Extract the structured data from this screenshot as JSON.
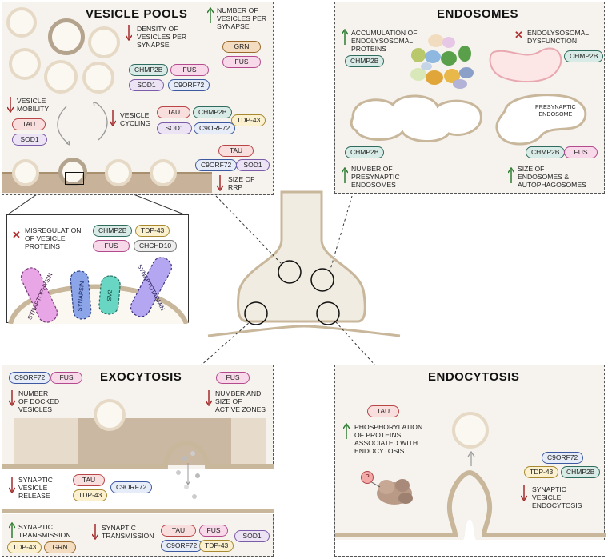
{
  "vesicle_pools": {
    "title": "VESICLE POOLS",
    "density_label": "DENSITY OF\nVESICLES PER\nSYNAPSE",
    "number_label": "NUMBER OF\nVESICLES PER\nSYNAPSE",
    "mobility_label": "VESICLE\nMOBILITY",
    "cycling_label": "VESICLE\nCYCLING",
    "rrp_label": "SIZE OF\nRRP",
    "density_pills": [
      "CHMP2B",
      "FUS",
      "SOD1",
      "C9ORF72"
    ],
    "number_pills": [
      "GRN",
      "FUS"
    ],
    "mobility_pills": [
      "TAU",
      "SOD1"
    ],
    "cycling_pills": [
      "TAU",
      "CHMP2B",
      "TDP-43",
      "SOD1",
      "C9ORF72"
    ],
    "rrp_pills": [
      "TAU",
      "C9ORF72",
      "SOD1"
    ]
  },
  "inset": {
    "label": "MISREGULATION\nOF VESICLE\nPROTEINS",
    "pills": [
      "CHMP2B",
      "TDP-43",
      "FUS",
      "CHCHD10"
    ],
    "proteins": [
      "SYNAPTOPHYSIN",
      "SYNAPSIN",
      "SV2",
      "SYNAPTOTAGMIN"
    ]
  },
  "endosomes": {
    "title": "ENDOSOMES",
    "accumulation_label": "ACCUMULATION OF\nENDOLYSOSOMAL\nPROTEINS",
    "dysfunction_label": "ENDOLYSOSOMAL\nDYSFUNCTION",
    "presynaptic_endosome": "PRESYNAPTIC\nENDOSOME",
    "number_label": "NUMBER OF\nPRESYNAPTIC\nENDOSOMES",
    "size_label": "SIZE OF\nENDOSOMES &\nAUTOPHAGOSOMES",
    "pill_accum": "CHMP2B",
    "pill_dysfunction": "CHMP2B",
    "pill_number": "CHMP2B",
    "pills_size": [
      "CHMP2B",
      "FUS"
    ]
  },
  "exocytosis": {
    "title": "EXOCYTOSIS",
    "docked_label": "NUMBER\nOF DOCKED\nVESICLES",
    "active_zone_label": "NUMBER AND\nSIZE OF\nACTIVE ZONES",
    "release_label": "SYNAPTIC\nVESICLE\nRELEASE",
    "transmission_up_label": "SYNAPTIC\nTRANSMISSION",
    "transmission_down_label": "SYNAPTIC\nTRANSMISSION",
    "docked_pills": [
      "C9ORF72",
      "FUS"
    ],
    "active_zone_pill": "FUS",
    "release_pills": [
      "TAU",
      "TDP-43",
      "C9ORF72"
    ],
    "transmission_up_pills": [
      "TDP-43",
      "GRN"
    ],
    "transmission_down_pills": [
      "TAU",
      "FUS",
      "SOD1",
      "C9ORF72",
      "TDP-43"
    ]
  },
  "endocytosis": {
    "title": "ENDOCYTOSIS",
    "phospho_label": "PHOSPHORYLATION\nOF PROTEINS\nASSOCIATED WITH\nENDOCYTOSIS",
    "endocytosis_label": "SYNAPTIC\nVESICLE\nENDOCYTOSIS",
    "phospho_pill": "TAU",
    "p_badge": "P",
    "endo_pills": [
      "C9ORF72",
      "TDP-43",
      "CHMP2B"
    ]
  },
  "colors": {
    "up_arrow": "#2e7d32",
    "down_arrow": "#a32b2b",
    "membrane": "#c9b79c",
    "cytosol": "#f6f3ee"
  }
}
